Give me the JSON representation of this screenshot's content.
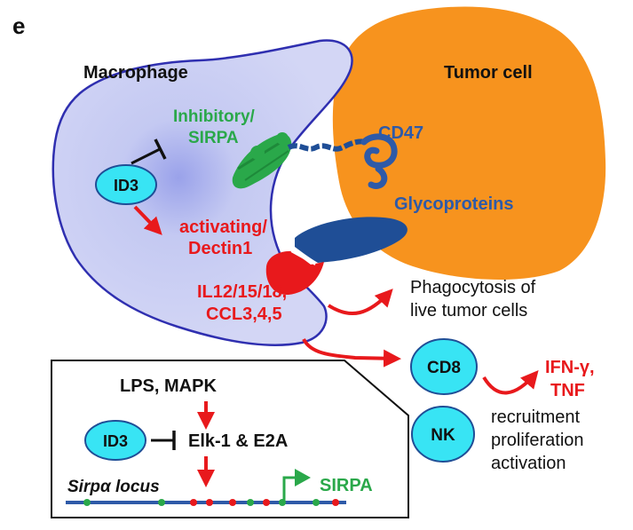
{
  "panel_letter": "e",
  "labels": {
    "macrophage": "Macrophage",
    "tumor_cell": "Tumor cell",
    "inhibitory_line1": "Inhibitory/",
    "inhibitory_line2": "SIRPA",
    "cd47": "CD47",
    "glycoproteins": "Glycoproteins",
    "activating_line1": "activating/",
    "activating_line2": "Dectin1",
    "cytokines_line1": "IL12/15/18,",
    "cytokines_line2": "CCL3,4,5",
    "phagocytosis_line1": "Phagocytosis of",
    "phagocytosis_line2": "live tumor cells",
    "id3_cell": "ID3",
    "cd8": "CD8",
    "nk": "NK",
    "ifn_line1": "IFN-γ,",
    "ifn_line2": "TNF",
    "recruit_line1": "recruitment",
    "recruit_line2": "proliferation",
    "recruit_line3": "activation"
  },
  "inset": {
    "lps_mapk": "LPS, MAPK",
    "id3": "ID3",
    "elk_e2a": "Elk-1 & E2A",
    "sirpa_locus": "Sirpα locus",
    "sirpa": "SIRPA"
  },
  "colors": {
    "macrophage_fill": "#c9cdf2",
    "macrophage_stroke": "#2f2fb0",
    "tumor_fill": "#f7931e",
    "red": "#e8191c",
    "green": "#2aa84a",
    "blue": "#2e5aa8",
    "dark_blue": "#1f4e96",
    "cyan": "#38e4f4",
    "black": "#111111"
  }
}
